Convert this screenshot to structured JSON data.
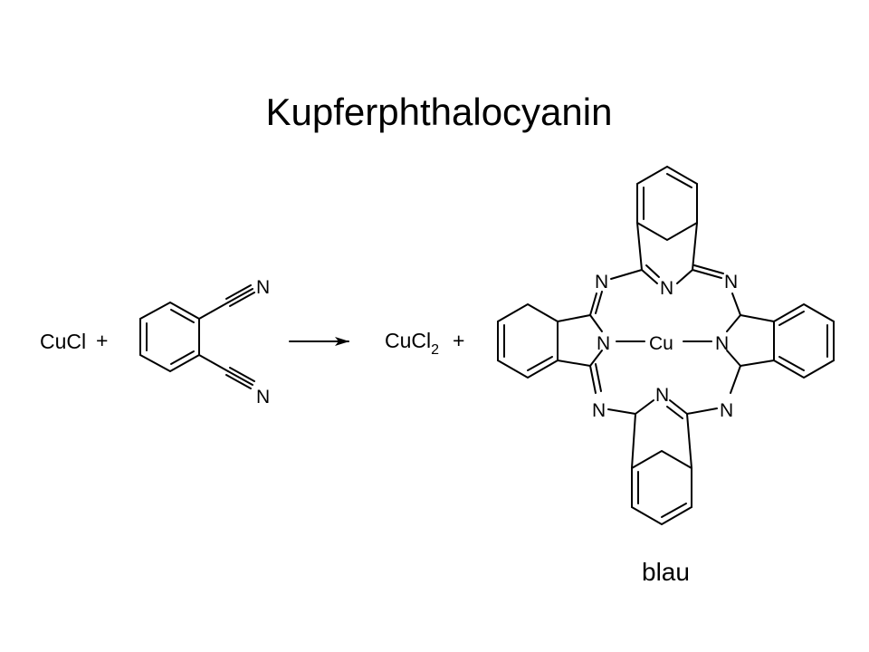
{
  "title": "Kupferphthalocyanin",
  "reactant1": "CuCl",
  "plus1": "+",
  "reactant2_atoms": {
    "n_top": "N",
    "n_bottom": "N"
  },
  "product1": {
    "base": "CuCl",
    "subscript": "2"
  },
  "plus2": "+",
  "product2_atoms": {
    "n_aza_tl": "N",
    "n_aza_tr": "N",
    "n_aza_bl": "N",
    "n_aza_br": "N",
    "n_pyr_top": "N",
    "n_pyr_bottom": "N",
    "n_pyr_left": "N",
    "n_pyr_right": "N",
    "metal": "Cu"
  },
  "caption": "blau",
  "colors": {
    "ink": "#000000",
    "background": "#ffffff"
  }
}
